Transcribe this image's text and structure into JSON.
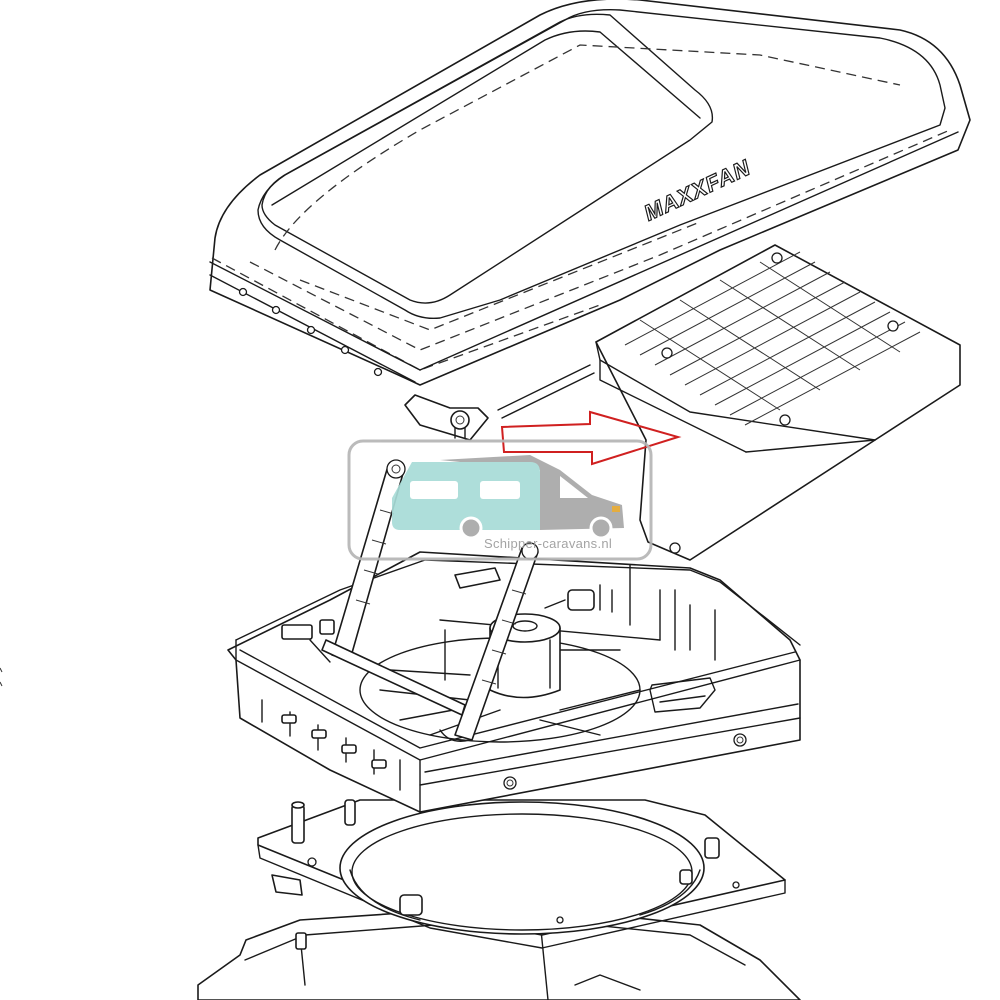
{
  "diagram": {
    "brand_label": "MAXXFAN",
    "watermark_url": "Schipper-caravans.nl",
    "colors": {
      "line": "#1a1a1a",
      "arrow": "#d02020",
      "watermark_teal": "#a8dcd7",
      "watermark_gray": "#a8a8a8",
      "watermark_frame": "#b5b5b5",
      "watermark_yellow": "#e3a72f"
    },
    "parts": [
      "lid",
      "rain-cover-louvers",
      "lift-arms",
      "fan-housing",
      "motor",
      "mounting-ring",
      "base-flange"
    ]
  }
}
